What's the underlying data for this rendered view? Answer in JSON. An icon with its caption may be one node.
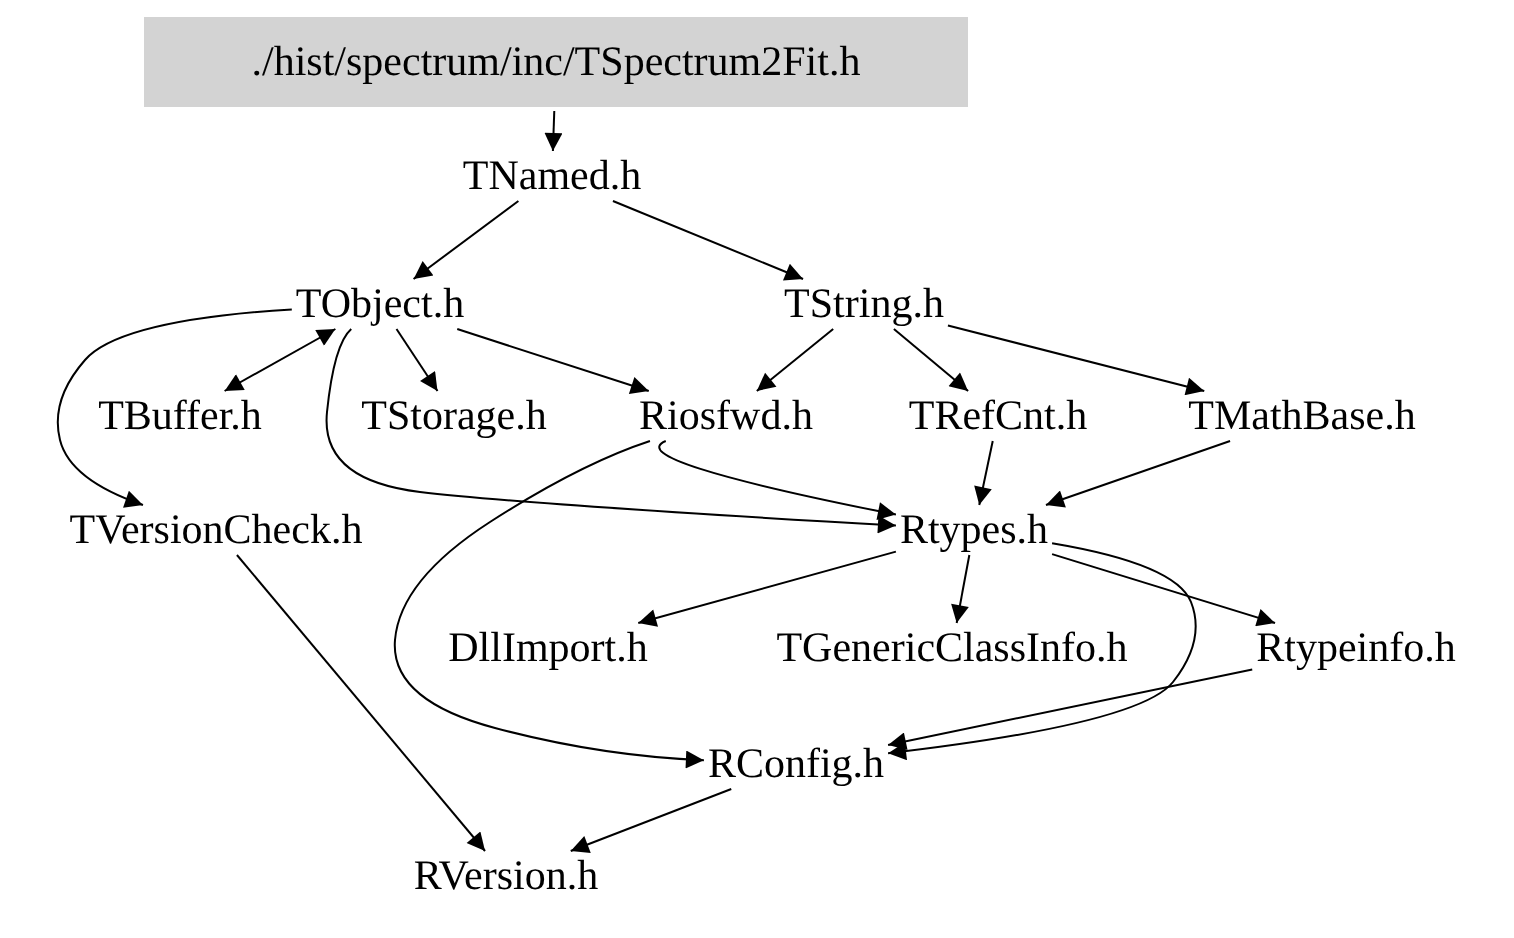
{
  "diagram": {
    "nodes": [
      {
        "text": [
          "./hist/spectrum/inc/TSpectrum2Fit.h"
        ]
      },
      {
        "text": [
          "TNamed.h"
        ]
      },
      {
        "text": [
          "TObject.h"
        ]
      },
      {
        "text": [
          "TString.h"
        ]
      },
      {
        "text": [
          "TBuffer.h"
        ]
      },
      {
        "text": [
          "TStorage.h"
        ]
      },
      {
        "text": [
          "Riosfwd.h"
        ]
      },
      {
        "text": [
          "TRefCnt.h"
        ]
      },
      {
        "text": [
          "TMathBase.h"
        ]
      },
      {
        "text": [
          "TVersionCheck.h"
        ]
      },
      {
        "text": [
          "Rtypes.h"
        ]
      },
      {
        "text": [
          "DllImport.h"
        ]
      },
      {
        "text": [
          "TGenericClassInfo.h"
        ]
      },
      {
        "text": [
          "Rtypeinfo.h"
        ]
      },
      {
        "text": [
          "RConfig.h"
        ]
      },
      {
        "text": [
          "RVersion.h"
        ]
      }
    ],
    "edges": [
      {
        "from": 0,
        "to": 1,
        "arrow": "to"
      },
      {
        "from": 1,
        "to": 2,
        "arrow": "to"
      },
      {
        "from": 1,
        "to": 3,
        "arrow": "to"
      },
      {
        "from": 2,
        "to": 4,
        "arrow": "both"
      },
      {
        "from": 2,
        "to": 5,
        "arrow": "to"
      },
      {
        "from": 2,
        "to": 6,
        "arrow": "to"
      },
      {
        "from": 2,
        "to": 10,
        "arrow": "to"
      },
      {
        "from": 2,
        "to": 9,
        "arrow": "to"
      },
      {
        "from": 3,
        "to": 6,
        "arrow": "to"
      },
      {
        "from": 3,
        "to": 7,
        "arrow": "to"
      },
      {
        "from": 3,
        "to": 8,
        "arrow": "to"
      },
      {
        "from": 6,
        "to": 10,
        "arrow": "to"
      },
      {
        "from": 6,
        "to": 14,
        "arrow": "to"
      },
      {
        "from": 7,
        "to": 10,
        "arrow": "to"
      },
      {
        "from": 8,
        "to": 10,
        "arrow": "to"
      },
      {
        "from": 10,
        "to": 11,
        "arrow": "to"
      },
      {
        "from": 10,
        "to": 12,
        "arrow": "to"
      },
      {
        "from": 10,
        "to": 13,
        "arrow": "to"
      },
      {
        "from": 10,
        "to": 14,
        "arrow": "to"
      },
      {
        "from": 13,
        "to": 14,
        "arrow": "to"
      },
      {
        "from": 9,
        "to": 15,
        "arrow": "to"
      },
      {
        "from": 14,
        "to": 15,
        "arrow": "to"
      }
    ]
  }
}
